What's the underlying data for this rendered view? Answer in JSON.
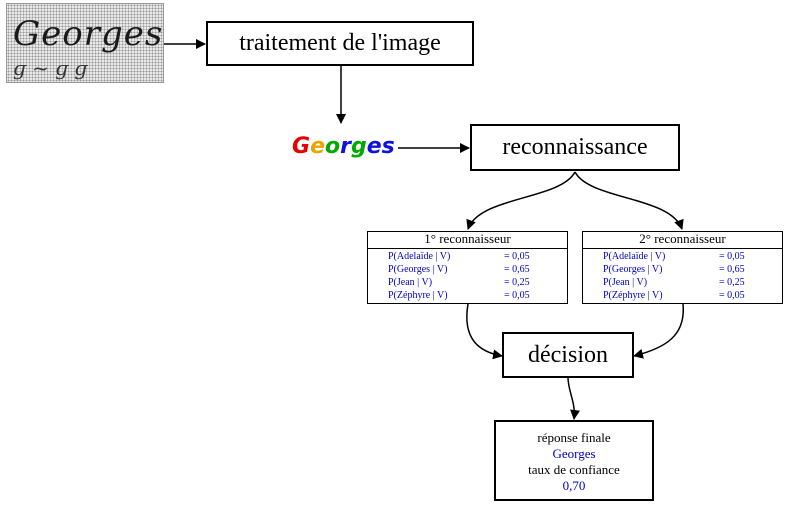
{
  "top_left_image": {
    "word": "Georges"
  },
  "steps": {
    "image_processing": "traitement de l'image",
    "recognition": "reconnaissance",
    "decision": "décision"
  },
  "processed_word": {
    "letters": [
      "G",
      "e",
      "o",
      "r",
      "g",
      "e",
      "s"
    ],
    "colors": [
      "#e60000",
      "#e6a600",
      "#00aa00",
      "#1010e0",
      "#00aa00",
      "#1010e0",
      "#1010e0"
    ]
  },
  "recognizers": [
    {
      "title": "1° reconnaisseur",
      "rows": [
        {
          "label": "P(Adelaïde | V)",
          "value": "= 0,05"
        },
        {
          "label": "P(Georges | V)",
          "value": "= 0,65"
        },
        {
          "label": "P(Jean | V)",
          "value": "= 0,25"
        },
        {
          "label": "P(Zéphyre | V)",
          "value": "= 0,05"
        }
      ]
    },
    {
      "title": "2° reconnaisseur",
      "rows": [
        {
          "label": "P(Adelaïde | V)",
          "value": "= 0,05"
        },
        {
          "label": "P(Georges | V)",
          "value": "= 0,65"
        },
        {
          "label": "P(Jean | V)",
          "value": "= 0,25"
        },
        {
          "label": "P(Zéphyre | V)",
          "value": "= 0,05"
        }
      ]
    }
  ],
  "final": {
    "label": "réponse finale",
    "answer": "Georges",
    "confidence_label": "taux de confiance",
    "confidence_value": "0,70"
  }
}
